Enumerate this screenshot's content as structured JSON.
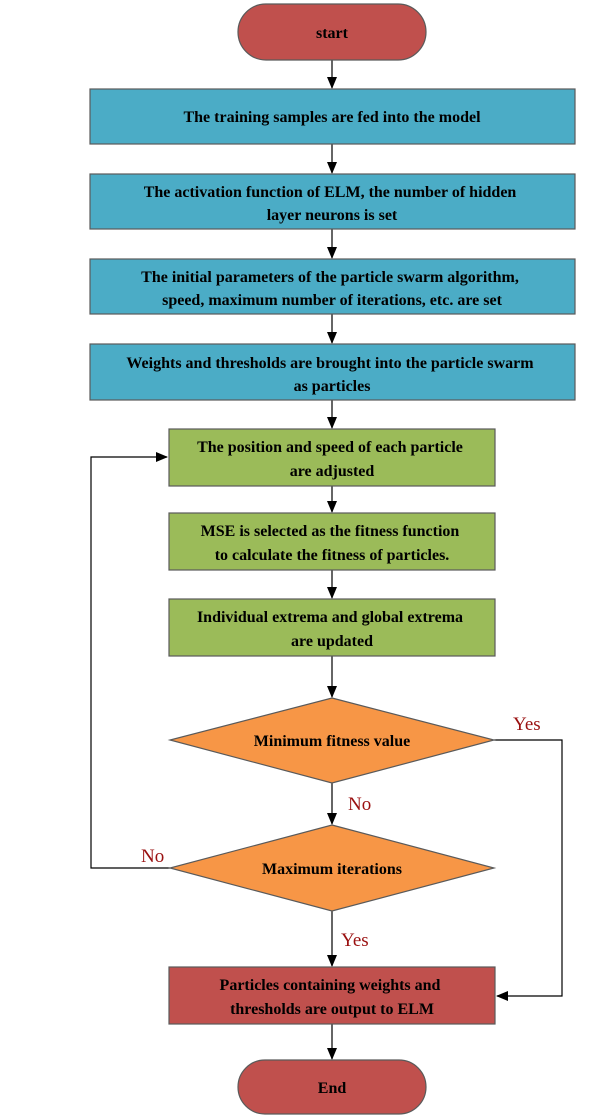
{
  "colors": {
    "terminal_fill": "#c0504d",
    "blue_fill": "#4bacc6",
    "green_fill": "#9bbb59",
    "decision_fill": "#f79646",
    "output_fill": "#c0504d",
    "label_color": "#9a1010"
  },
  "nodes": {
    "start": {
      "lines": [
        "start"
      ]
    },
    "step1": {
      "lines": [
        "The training samples are fed into the model"
      ]
    },
    "step2": {
      "lines": [
        "The activation function of ELM, the number of hidden",
        "layer neurons is set"
      ]
    },
    "step3": {
      "lines": [
        "The initial parameters of the particle swarm algorithm,",
        "speed, maximum number of iterations, etc. are set"
      ]
    },
    "step4": {
      "lines": [
        "Weights and thresholds are brought into the particle swarm",
        "as particles"
      ]
    },
    "step5": {
      "lines": [
        "The position and speed of each particle",
        "are adjusted"
      ]
    },
    "step6": {
      "lines": [
        "MSE is selected as the fitness function",
        "to calculate the fitness of particles."
      ]
    },
    "step7": {
      "lines": [
        "Individual extrema and global extrema",
        "are updated"
      ]
    },
    "decision1": {
      "lines": [
        "Minimum fitness value"
      ]
    },
    "decision2": {
      "lines": [
        "Maximum iterations"
      ]
    },
    "output": {
      "lines": [
        "Particles containing weights and",
        "thresholds are output to ELM"
      ]
    },
    "end": {
      "lines": [
        "End"
      ]
    }
  },
  "edge_labels": {
    "d1_yes": "Yes",
    "d1_no": "No",
    "d2_no": "No",
    "d2_yes": "Yes"
  }
}
